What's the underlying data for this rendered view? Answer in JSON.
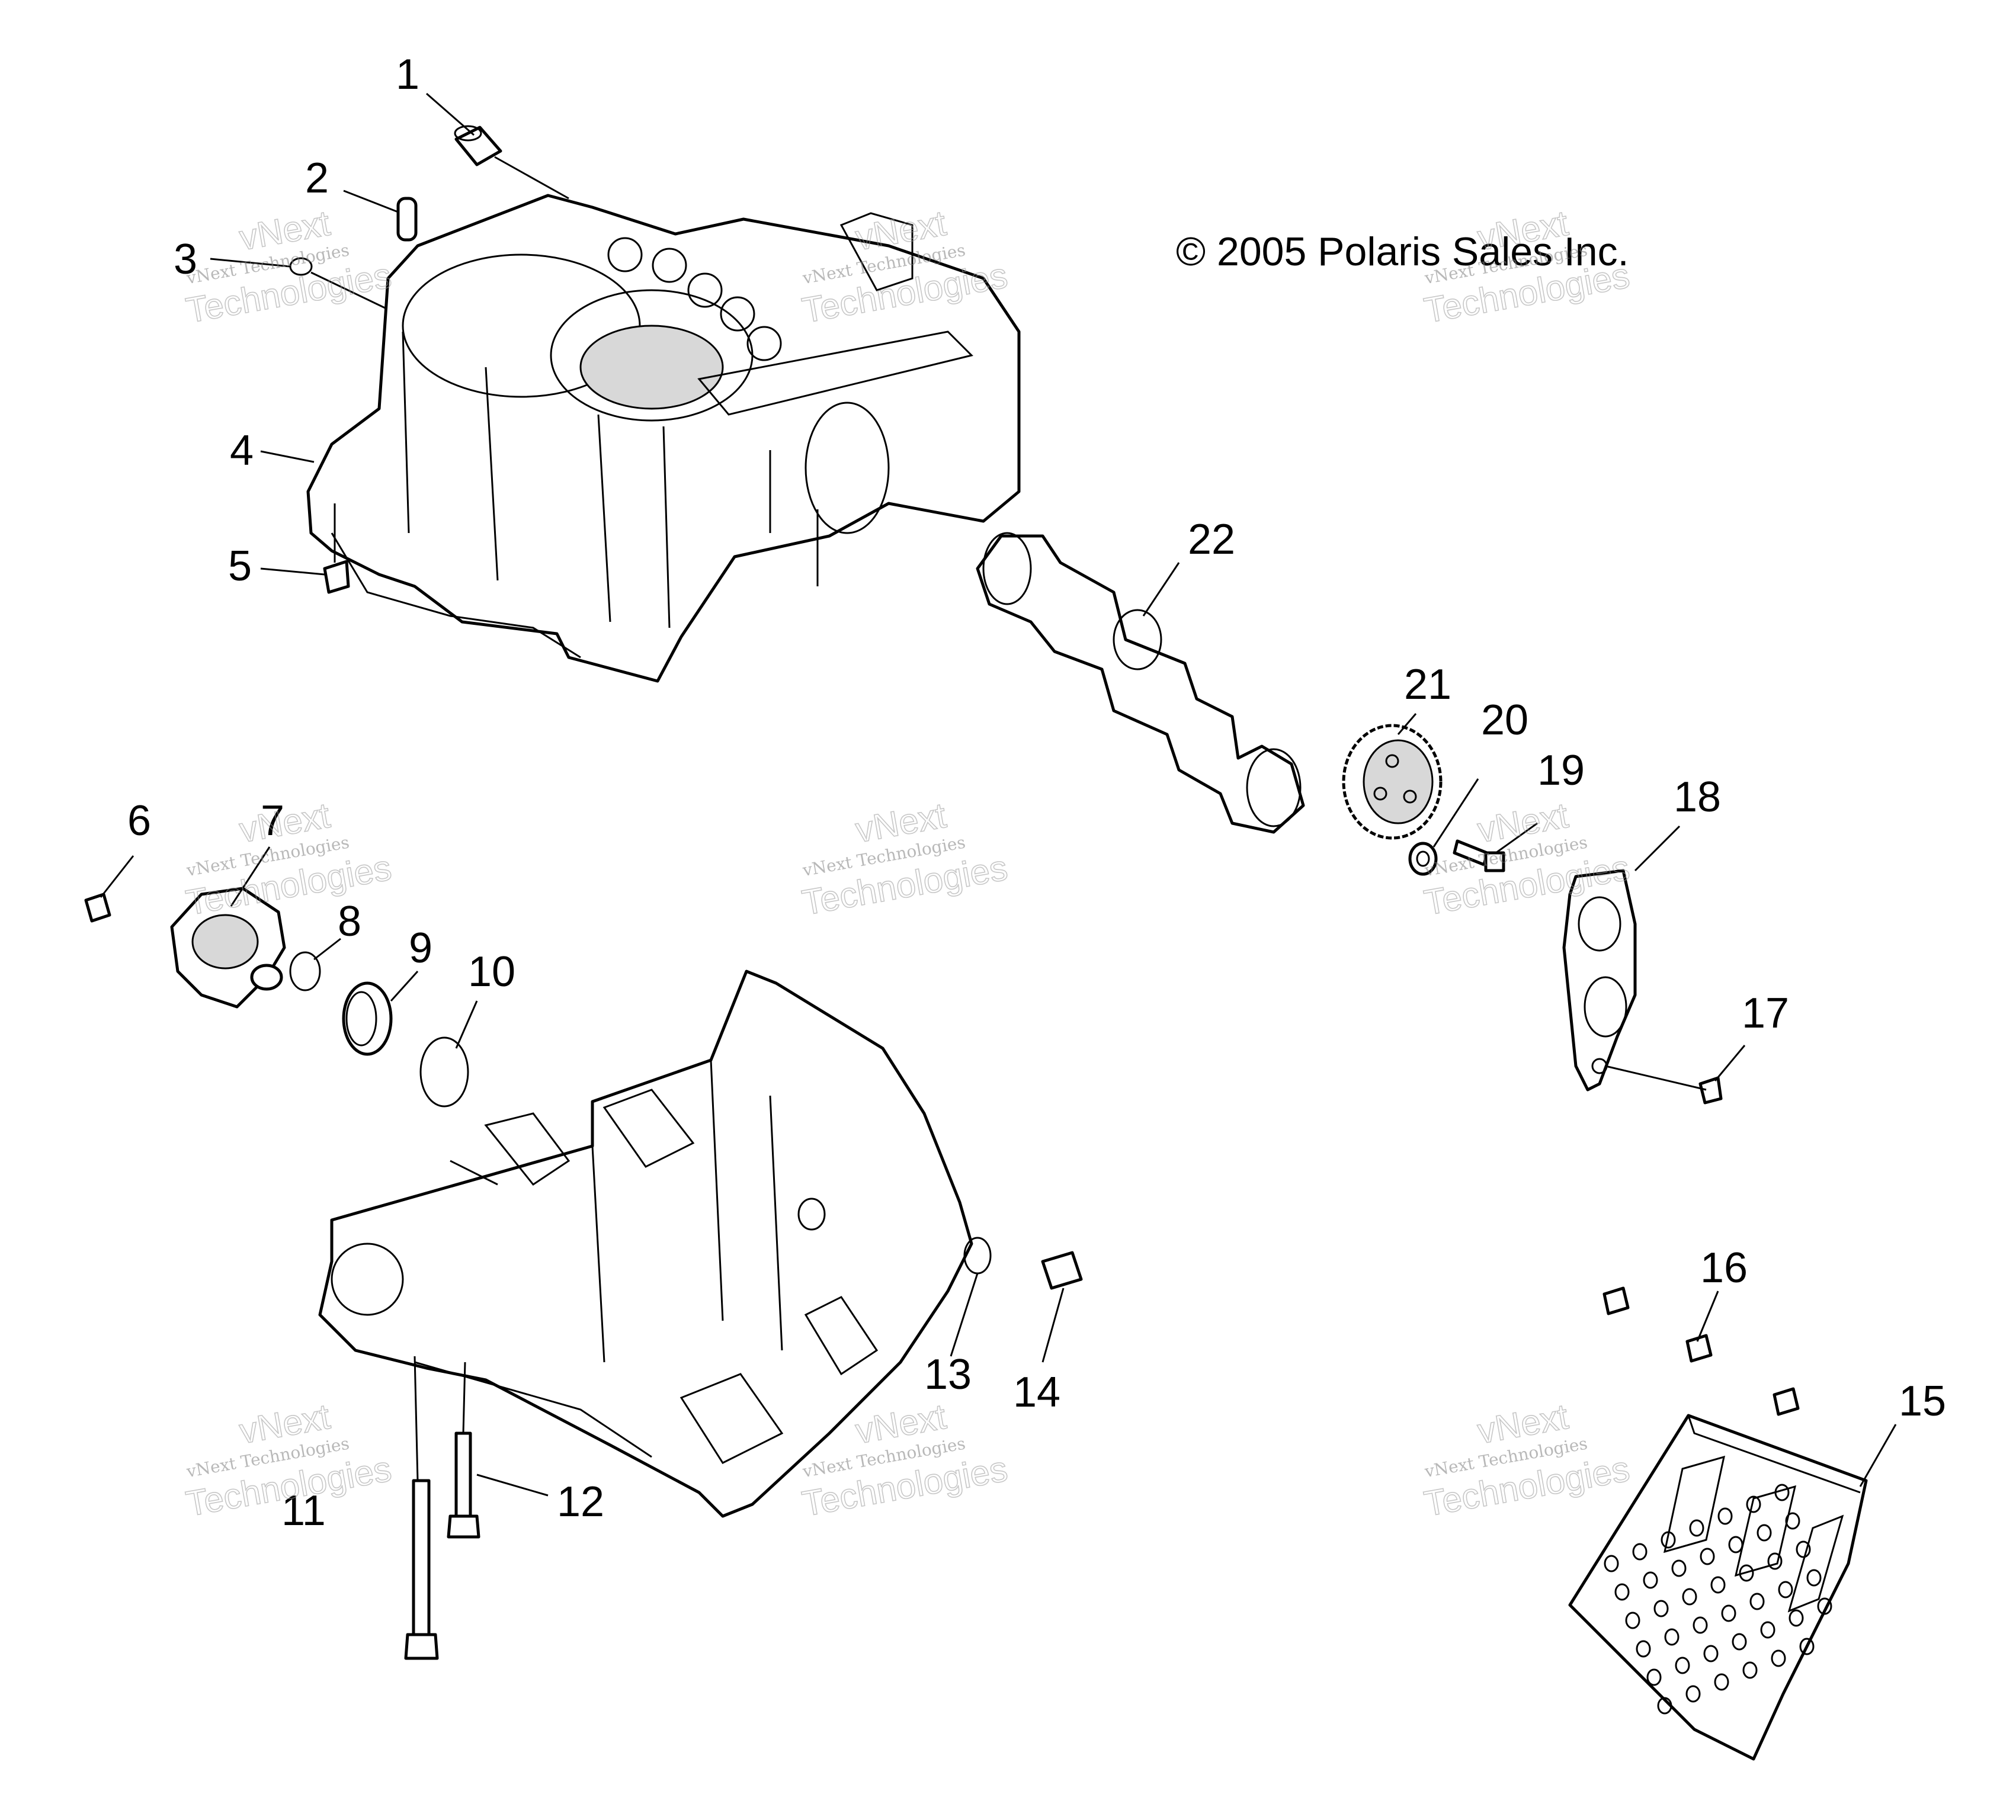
{
  "copyright": "© 2005 Polaris Sales Inc.",
  "watermark": {
    "line1": "vNext",
    "line2": "vNext Technologies",
    "line3": "Technologies"
  },
  "callouts": [
    {
      "id": "1",
      "label": "1"
    },
    {
      "id": "2",
      "label": "2"
    },
    {
      "id": "3",
      "label": "3"
    },
    {
      "id": "4",
      "label": "4"
    },
    {
      "id": "5",
      "label": "5"
    },
    {
      "id": "6",
      "label": "6"
    },
    {
      "id": "7",
      "label": "7"
    },
    {
      "id": "8",
      "label": "8"
    },
    {
      "id": "9",
      "label": "9"
    },
    {
      "id": "10",
      "label": "10"
    },
    {
      "id": "11",
      "label": "11"
    },
    {
      "id": "12",
      "label": "12"
    },
    {
      "id": "13",
      "label": "13"
    },
    {
      "id": "14",
      "label": "14"
    },
    {
      "id": "15",
      "label": "15"
    },
    {
      "id": "16",
      "label": "16"
    },
    {
      "id": "17",
      "label": "17"
    },
    {
      "id": "18",
      "label": "18"
    },
    {
      "id": "19",
      "label": "19"
    },
    {
      "id": "20",
      "label": "20"
    },
    {
      "id": "21",
      "label": "21"
    },
    {
      "id": "22",
      "label": "22"
    }
  ]
}
